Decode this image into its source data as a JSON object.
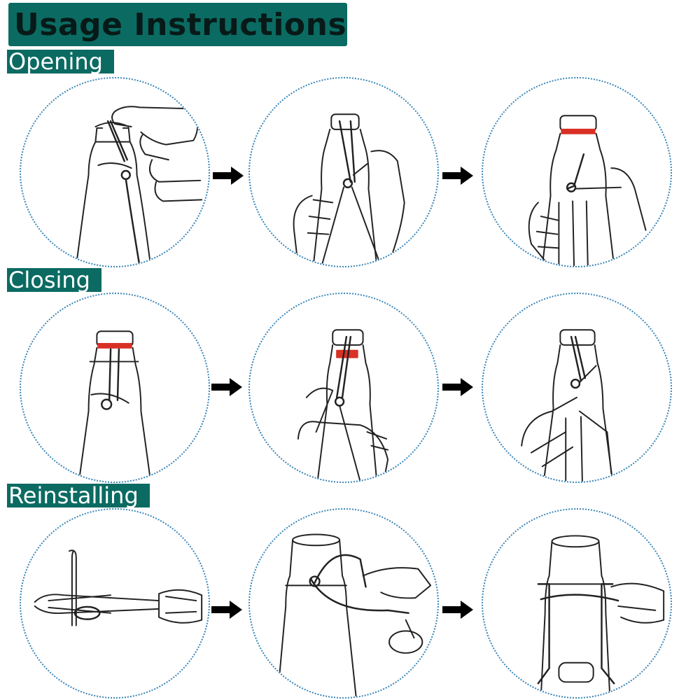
{
  "title": "Usage Instructions",
  "sections": [
    {
      "label": "Opening"
    },
    {
      "label": "Closing"
    },
    {
      "label": "Reinstalling"
    }
  ],
  "colors": {
    "banner": "#0b6b62",
    "title_text": "#071a18",
    "circle_border": "#3a86b8",
    "gasket": "#d93025",
    "line_art": "#222222",
    "arrow": "#000000"
  },
  "icons": {
    "arrow": "right-arrow-icon"
  }
}
